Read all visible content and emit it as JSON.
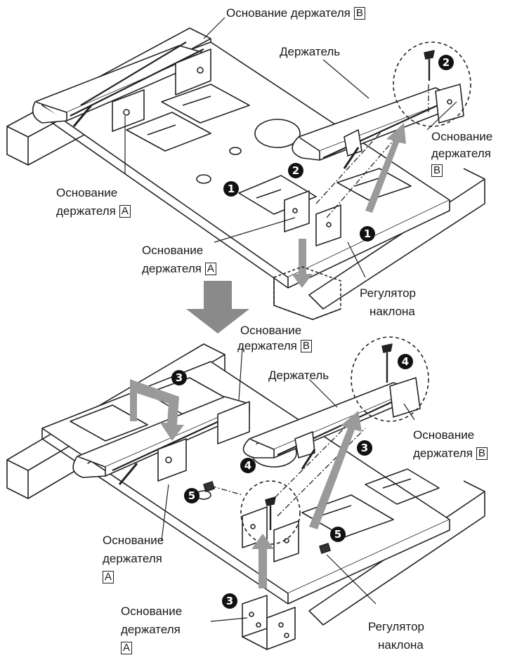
{
  "top": {
    "base_b_top": "Основание держателя",
    "base_b_top_letter": "B",
    "holder": "Держатель",
    "base_b_right_1": "Основание",
    "base_b_right_2": "держателя",
    "base_b_right_letter": "B",
    "base_a_left_1": "Основание",
    "base_a_left_2": "держателя",
    "base_a_left_letter": "A",
    "base_a_mid_1": "Основание",
    "base_a_mid_2": "держателя",
    "base_a_mid_letter": "A",
    "tilt_1": "Регулятор",
    "tilt_2": "наклона"
  },
  "bottom": {
    "base_b_top_1": "Основание",
    "base_b_top_2": "держателя",
    "base_b_top_letter": "B",
    "holder": "Держатель",
    "base_b_right_1": "Основание",
    "base_b_right_2": "держателя",
    "base_b_right_letter": "B",
    "base_a_left_1": "Основание",
    "base_a_left_2": "держателя",
    "base_a_left_letter": "A",
    "base_a_bottom_1": "Основание",
    "base_a_bottom_2": "держателя",
    "base_a_bottom_letter": "A",
    "tilt_1": "Регулятор",
    "tilt_2": "наклона"
  },
  "steps": {
    "s1": "1",
    "s2": "2",
    "s3": "3",
    "s4": "4",
    "s5": "5"
  }
}
